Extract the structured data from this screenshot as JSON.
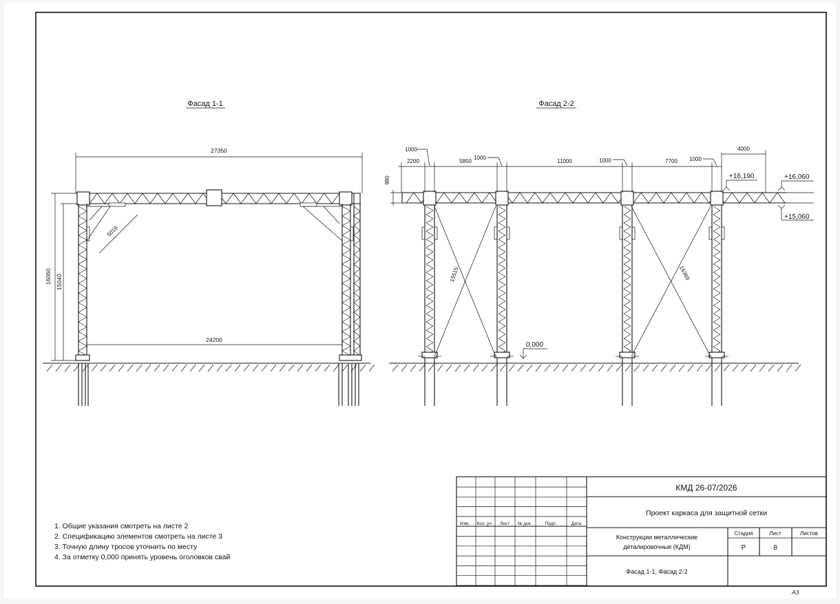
{
  "sheet": {
    "format_label": "А3"
  },
  "views": {
    "facade_1": {
      "title": "Фасад 1-1",
      "dims": {
        "top_span": "27350",
        "bottom_span": "24200",
        "total_height": "16060",
        "column_height": "15040",
        "brace_length": "5019"
      }
    },
    "facade_2": {
      "title": "Фасад 2-2",
      "dims": {
        "top_1000_a": "1000",
        "seg_2200": "2200",
        "seg_5850": "5850",
        "seg_1000_b": "1000",
        "seg_11000": "11000",
        "seg_1000_c": "1000",
        "seg_7700": "7700",
        "seg_1000_d": "1000",
        "seg_4000": "4000",
        "truss_height": "980",
        "cable_left": "15515",
        "cable_right": "16369"
      },
      "levels": {
        "top_chord": "+16,190",
        "top_right": "+16,060",
        "bottom_right": "+15,060",
        "zero": "0,000"
      }
    }
  },
  "notes": [
    "1. Общие указания смотреть на листе 2",
    "2. Спецификацию элементов смотреть на листе 3",
    "3. Точную длину тросов уточнить по месту",
    "4. За отметку 0,000 принять уровень оголовков свай"
  ],
  "title_block": {
    "headers": {
      "izm": "Изм.",
      "kol_uch": "Кол. уч.",
      "list": "Лист",
      "n_dok": "№ док.",
      "podp": "Подп.",
      "data": "Дата"
    },
    "doc_code": "КМД 26-07/2026",
    "project_name": "Проект каркаса для защитной сетки",
    "section_line1": "Конструкции металлические",
    "section_line2": "деталировочные (КДМ)",
    "stage_label": "Стадия",
    "sheet_label": "Лист",
    "sheets_label": "Листов",
    "stage_value": "Р",
    "sheet_value": "8",
    "sheets_value": "",
    "drawing_name": "Фасад 1-1, Фасад 2-2"
  }
}
